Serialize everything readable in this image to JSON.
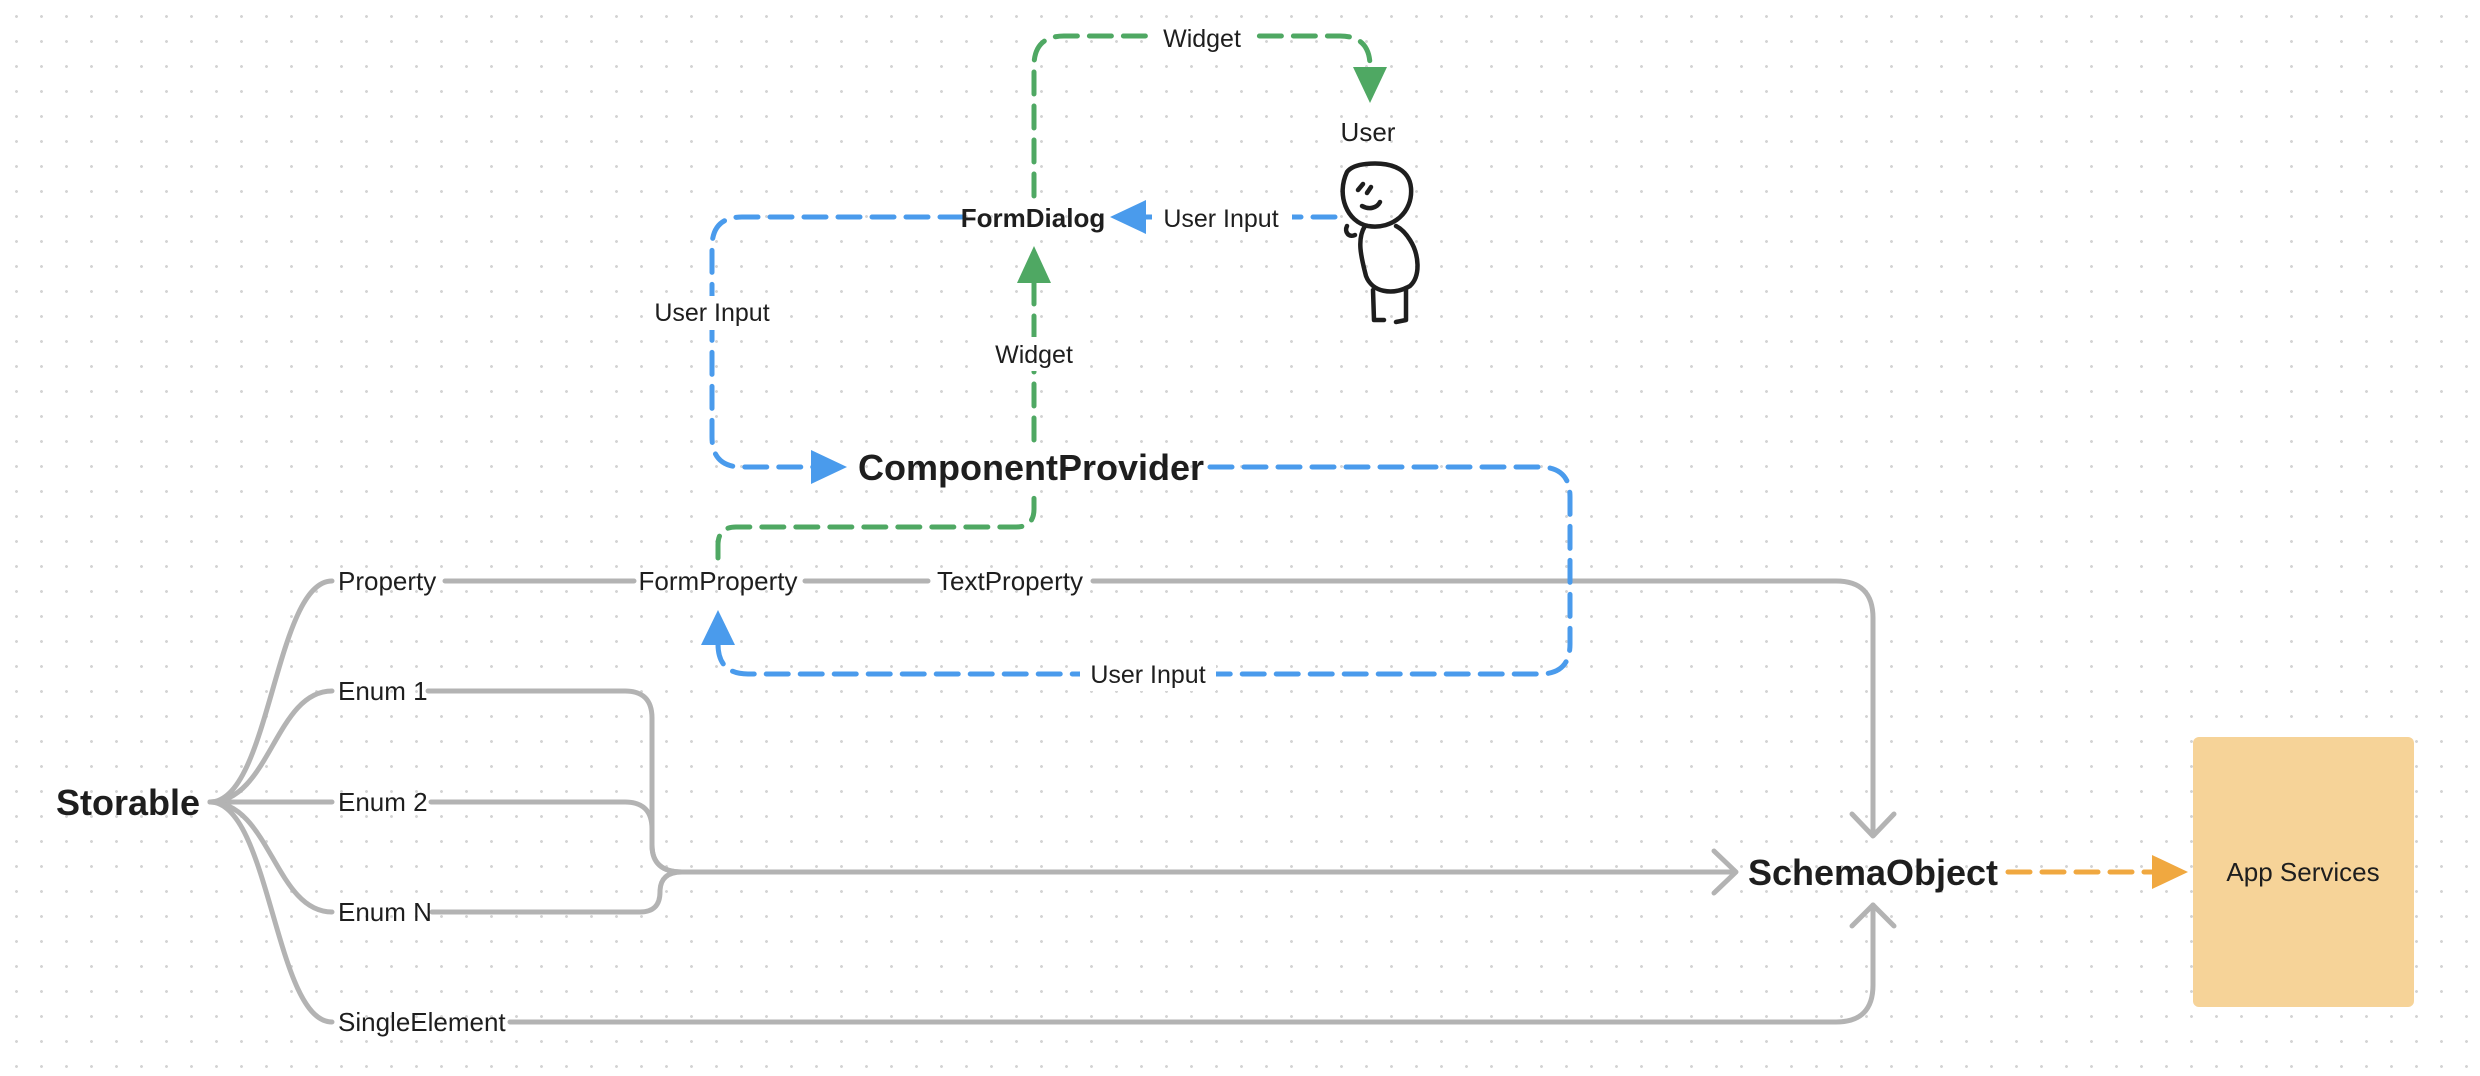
{
  "nodes": {
    "storable": "Storable",
    "property": "Property",
    "enum1": "Enum 1",
    "enum2": "Enum 2",
    "enumN": "Enum N",
    "single_element": "SingleElement",
    "form_property": "FormProperty",
    "text_property": "TextProperty",
    "component_provider": "ComponentProvider",
    "form_dialog": "FormDialog",
    "user": "User",
    "schema_object": "SchemaObject",
    "app_services": "App Services"
  },
  "edge_labels": {
    "widget_top": "Widget",
    "widget_mid": "Widget",
    "user_input_user_to_dialog": "User Input",
    "user_input_dialog_to_provider": "User Input",
    "user_input_provider_to_formproperty": "User Input"
  },
  "colors": {
    "structure_edge": "#b3b3b3",
    "user_input_edge": "#4a9bec",
    "widget_edge": "#4fa863",
    "services_edge": "#f0a840",
    "app_services_fill": "#f6d398"
  },
  "icons": {
    "user": "stick-figure-person-icon"
  }
}
